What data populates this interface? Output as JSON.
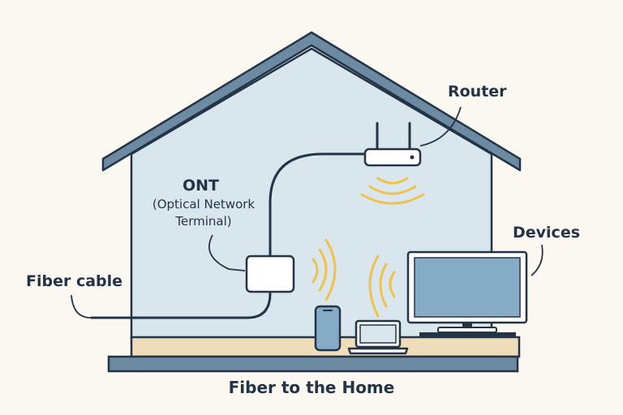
{
  "labels": {
    "router": "Router",
    "ont_title": "ONT",
    "ont_subtitle": "(Optical Network Terminal)",
    "fiber_cable": "Fiber cable",
    "devices": "Devices",
    "caption": "Fiber to the Home"
  },
  "icons": {
    "router": "router-icon",
    "ont": "ont-box-icon",
    "phone": "smartphone-icon",
    "laptop": "laptop-icon",
    "tv": "tv-monitor-icon",
    "wifi": "wifi-waves-icon"
  },
  "colors": {
    "background": "#fbf8f1",
    "house_wall": "#d9e6ed",
    "roof": "#6c8aa1",
    "outline": "#243447",
    "floor": "#efdcb8",
    "base": "#6c8aa1",
    "wifi": "#f0c24a",
    "screen": "#86abc6",
    "device_fill": "#ffffff"
  }
}
